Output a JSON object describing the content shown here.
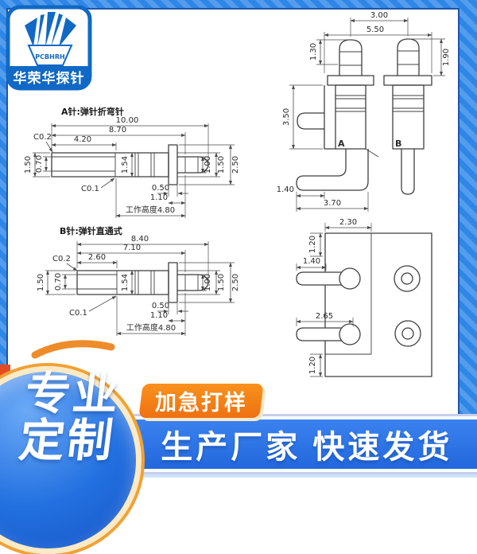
{
  "colors": {
    "frame_blue": "#2e86e6",
    "frame_stripe": "#539dec",
    "logo_blue": "#1169c5",
    "line_gray": "#3f3f3f",
    "badge_orange": "#ee7110",
    "blob_blue": "#2270e0",
    "strip_blue": "#2b76e8",
    "cream_border": "#fbeac6",
    "light_band": "#cde4f7",
    "red_sliver": "#e64a22"
  },
  "logo": {
    "brand": "PCBHRH",
    "company": "华荣华探针"
  },
  "pin_a": {
    "title": "A针:弹针折弯针",
    "total_length": "10.00",
    "length_to_tip_base": "8.70",
    "tail_length": "4.20",
    "tail_chamfer": "C0.2",
    "body_chamfer": "C0.1",
    "tail_od": "1.50",
    "tail_end_od": "0.70",
    "spring_od": "1.54",
    "flange_width": "0.50",
    "flange_to_tip": "1.10",
    "tip_od": "1.00",
    "body_od": "1.50",
    "flange_od": "2.50",
    "working_height": "工作高度4.80"
  },
  "pin_b": {
    "title": "B针:弹针直通式",
    "total_length": "8.40",
    "length_to_tip_base": "7.10",
    "tail_length": "2.60",
    "tail_chamfer": "C0.2",
    "body_chamfer": "C0.1",
    "tail_od": "1.50",
    "tail_end_od": "0.70",
    "spring_od": "1.54",
    "flange_width": "0.50",
    "flange_to_tip": "1.10",
    "tip_od": "1.00",
    "body_od": "1.50",
    "flange_od": "2.50",
    "working_height": "工作高度4.80"
  },
  "front_view": {
    "pin_a_label": "A",
    "pin_b_label": "B",
    "tip_pitch": "3.00",
    "overall_width": "5.50",
    "tip_a_height": "1.30",
    "tip_b_height": "1.90",
    "body_height": "3.50",
    "foot_extension": "1.40",
    "foot_length": "3.70"
  },
  "top_view": {
    "step_width": "2.30",
    "edge_margin_top": "1.20",
    "lead_a_extension": "1.40",
    "lead_b_extension": "2.65",
    "edge_margin_bottom": "1.20"
  },
  "banner": {
    "headline_line1": "专业",
    "headline_line2": "定制",
    "badge": "加急打样",
    "tagline": "生产厂家 快速发货"
  }
}
